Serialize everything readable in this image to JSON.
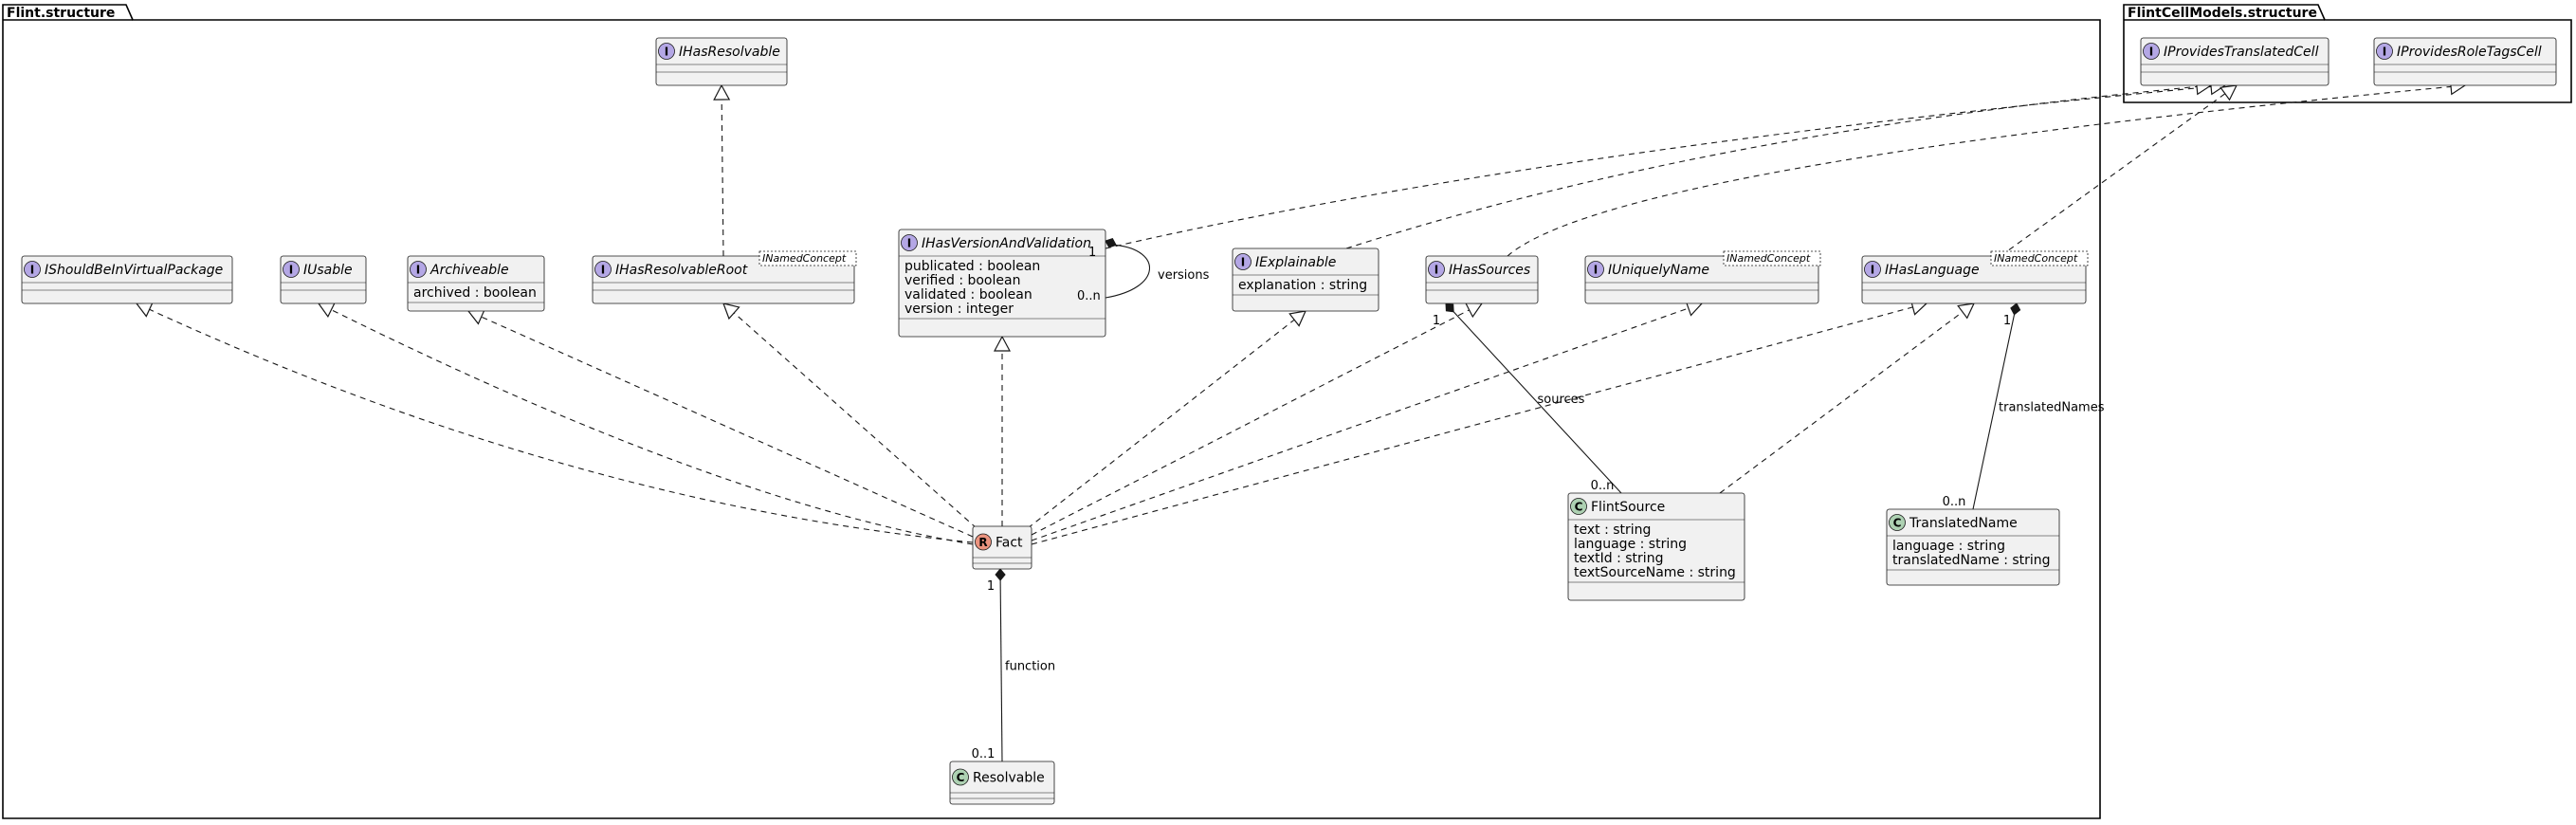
{
  "packages": [
    {
      "id": "flint_structure",
      "name": "Flint.structure"
    },
    {
      "id": "flintcell_structure",
      "name": "FlintCellModels.structure"
    }
  ],
  "classes": [
    {
      "id": "IProvidesTranslatedCell",
      "kind": "I",
      "name": "IProvidesTranslatedCell",
      "italic": true,
      "attrs": []
    },
    {
      "id": "IProvidesRoleTagsCell",
      "kind": "I",
      "name": "IProvidesRoleTagsCell",
      "italic": true,
      "attrs": []
    },
    {
      "id": "IHasResolvable",
      "kind": "I",
      "name": "IHasResolvable",
      "italic": true,
      "attrs": []
    },
    {
      "id": "IShouldBeInVirtualPackage",
      "kind": "I",
      "name": "IShouldBeInVirtualPackage",
      "italic": true,
      "attrs": []
    },
    {
      "id": "IUsable",
      "kind": "I",
      "name": "IUsable",
      "italic": true,
      "attrs": []
    },
    {
      "id": "Archiveable",
      "kind": "I",
      "name": "Archiveable",
      "italic": true,
      "attrs": [
        "archived : boolean"
      ]
    },
    {
      "id": "IHasResolvableRoot",
      "kind": "I",
      "name": "IHasResolvableRoot",
      "italic": true,
      "generic": "INamedConcept",
      "attrs": []
    },
    {
      "id": "IHasVersionAndValidation",
      "kind": "I",
      "name": "IHasVersionAndValidation",
      "italic": true,
      "attrs": [
        "publicated : boolean",
        "verified : boolean",
        "validated : boolean",
        "version : integer"
      ]
    },
    {
      "id": "IExplainable",
      "kind": "I",
      "name": "IExplainable",
      "italic": true,
      "attrs": [
        "explanation : string"
      ]
    },
    {
      "id": "IHasSources",
      "kind": "I",
      "name": "IHasSources",
      "italic": true,
      "attrs": []
    },
    {
      "id": "IUniquelyName",
      "kind": "I",
      "name": "IUniquelyName",
      "italic": true,
      "generic": "INamedConcept",
      "attrs": []
    },
    {
      "id": "IHasLanguage",
      "kind": "I",
      "name": "IHasLanguage",
      "italic": true,
      "generic": "INamedConcept",
      "attrs": []
    },
    {
      "id": "Fact",
      "kind": "R",
      "name": "Fact",
      "italic": false,
      "attrs": []
    },
    {
      "id": "FlintSource",
      "kind": "C",
      "name": "FlintSource",
      "italic": false,
      "attrs": [
        "text : string",
        "language : string",
        "textId : string",
        "textSourceName : string"
      ]
    },
    {
      "id": "TranslatedName",
      "kind": "C",
      "name": "TranslatedName",
      "italic": false,
      "attrs": [
        "language : string",
        "translatedName : string"
      ]
    },
    {
      "id": "Resolvable",
      "kind": "C",
      "name": "Resolvable",
      "italic": false,
      "attrs": []
    }
  ],
  "relations": [
    {
      "type": "realization",
      "from": "IHasResolvableRoot",
      "to": "IHasResolvable"
    },
    {
      "type": "realization",
      "from": "Fact",
      "to": "IShouldBeInVirtualPackage"
    },
    {
      "type": "realization",
      "from": "Fact",
      "to": "IUsable"
    },
    {
      "type": "realization",
      "from": "Fact",
      "to": "Archiveable"
    },
    {
      "type": "realization",
      "from": "Fact",
      "to": "IHasResolvableRoot"
    },
    {
      "type": "realization",
      "from": "Fact",
      "to": "IHasVersionAndValidation"
    },
    {
      "type": "realization",
      "from": "Fact",
      "to": "IExplainable"
    },
    {
      "type": "realization",
      "from": "Fact",
      "to": "IHasSources"
    },
    {
      "type": "realization",
      "from": "Fact",
      "to": "IUniquelyName"
    },
    {
      "type": "realization",
      "from": "Fact",
      "to": "IHasLanguage"
    },
    {
      "type": "realization",
      "from": "FlintSource",
      "to": "IHasLanguage"
    },
    {
      "type": "realization",
      "from": "IHasVersionAndValidation",
      "to": "IProvidesTranslatedCell"
    },
    {
      "type": "realization",
      "from": "IExplainable",
      "to": "IProvidesTranslatedCell"
    },
    {
      "type": "realization",
      "from": "IHasLanguage",
      "to": "IProvidesTranslatedCell"
    },
    {
      "type": "realization",
      "from": "IHasSources",
      "to": "IProvidesRoleTagsCell"
    },
    {
      "type": "composition",
      "from": "IHasVersionAndValidation",
      "to": "IHasVersionAndValidation",
      "label": "versions",
      "mult_from": "1",
      "mult_to": "0..n"
    },
    {
      "type": "composition",
      "from": "IHasSources",
      "to": "FlintSource",
      "label": "sources",
      "mult_from": "1",
      "mult_to": "0..n"
    },
    {
      "type": "composition",
      "from": "IHasLanguage",
      "to": "TranslatedName",
      "label": "translatedNames",
      "mult_from": "1",
      "mult_to": "0..n"
    },
    {
      "type": "composition",
      "from": "Fact",
      "to": "Resolvable",
      "label": "function",
      "mult_from": "1",
      "mult_to": "0..1"
    }
  ],
  "colors": {
    "interface_badge": "#B4A7E5",
    "class_badge": "#ADD1B2",
    "enum_badge": "#EB937F",
    "box_fill": "#F1F1F1",
    "border": "#181818"
  }
}
